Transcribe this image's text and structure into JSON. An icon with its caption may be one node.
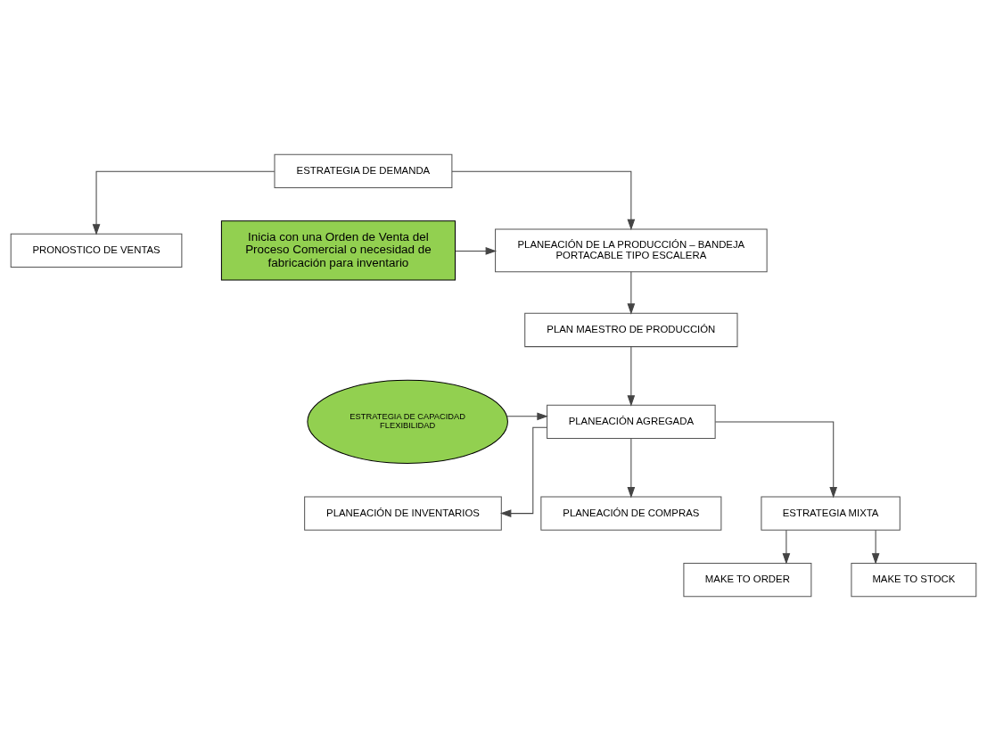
{
  "diagram": {
    "nodes": [
      {
        "text": [
          "ESTRATEGIA DE DEMANDA"
        ]
      },
      {
        "text": [
          "PRONOSTICO DE VENTAS"
        ]
      },
      {
        "text": [
          "Inicia con una Orden de Venta del Proceso Comercial o necesidad de fabricación para inventario"
        ]
      },
      {
        "text": [
          "PLANEACIÓN DE LA PRODUCCIÓN – BANDEJA PORTACABLE TIPO ESCALERA"
        ]
      },
      {
        "text": [
          "PLAN MAESTRO DE PRODUCCIÓN"
        ]
      },
      {
        "text": [
          "ESTRATEGIA DE CAPACIDAD",
          "FLEXIBILIDAD"
        ]
      },
      {
        "text": [
          "PLANEACIÓN AGREGADA"
        ]
      },
      {
        "text": [
          "PLANEACIÓN DE INVENTARIOS"
        ]
      },
      {
        "text": [
          "PLANEACIÓN DE COMPRAS"
        ]
      },
      {
        "text": [
          "ESTRATEGIA MIXTA"
        ]
      },
      {
        "text": [
          "MAKE TO ORDER"
        ]
      },
      {
        "text": [
          "MAKE TO STOCK"
        ]
      }
    ],
    "edges": [
      {
        "from": 0,
        "to": 1,
        "arrow": "to"
      },
      {
        "from": 0,
        "to": 3,
        "arrow": "to"
      },
      {
        "from": 2,
        "to": 3,
        "arrow": "to"
      },
      {
        "from": 3,
        "to": 4,
        "arrow": "to"
      },
      {
        "from": 4,
        "to": 6,
        "arrow": "to"
      },
      {
        "from": 5,
        "to": 6,
        "arrow": "to"
      },
      {
        "from": 6,
        "to": 7,
        "arrow": "to"
      },
      {
        "from": 6,
        "to": 8,
        "arrow": "to"
      },
      {
        "from": 6,
        "to": 9,
        "arrow": "to"
      },
      {
        "from": 9,
        "to": 10,
        "arrow": "to"
      },
      {
        "from": 9,
        "to": 11,
        "arrow": "to"
      }
    ]
  }
}
